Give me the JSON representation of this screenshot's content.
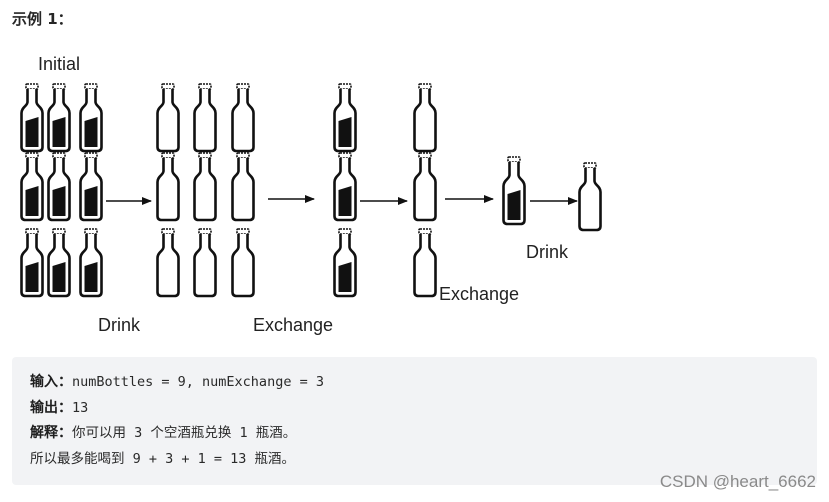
{
  "heading": "示例 1：",
  "diagram": {
    "labels": {
      "initial": "Initial",
      "drink_1": "Drink",
      "exchange_1": "Exchange",
      "exchange_2": "Exchange",
      "drink_2": "Drink"
    },
    "stages": [
      {
        "full": 9,
        "empty": 0
      },
      {
        "full": 0,
        "empty": 9
      },
      {
        "full": 3,
        "empty": 0
      },
      {
        "full": 0,
        "empty": 3
      },
      {
        "full": 1,
        "empty": 0
      },
      {
        "full": 0,
        "empty": 1
      }
    ],
    "bottle_fill": "#111111",
    "bottle_outline": "#111111"
  },
  "example": {
    "input_label": "输入：",
    "input_value": "numBottles = 9, numExchange = 3",
    "output_label": "输出：",
    "output_value": "13",
    "explain_label": "解释：",
    "explain_value": "你可以用 3 个空酒瓶兑换 1 瓶酒。",
    "summary": "所以最多能喝到 9 + 3 + 1 = 13 瓶酒。"
  },
  "watermark": "CSDN @heart_6662"
}
